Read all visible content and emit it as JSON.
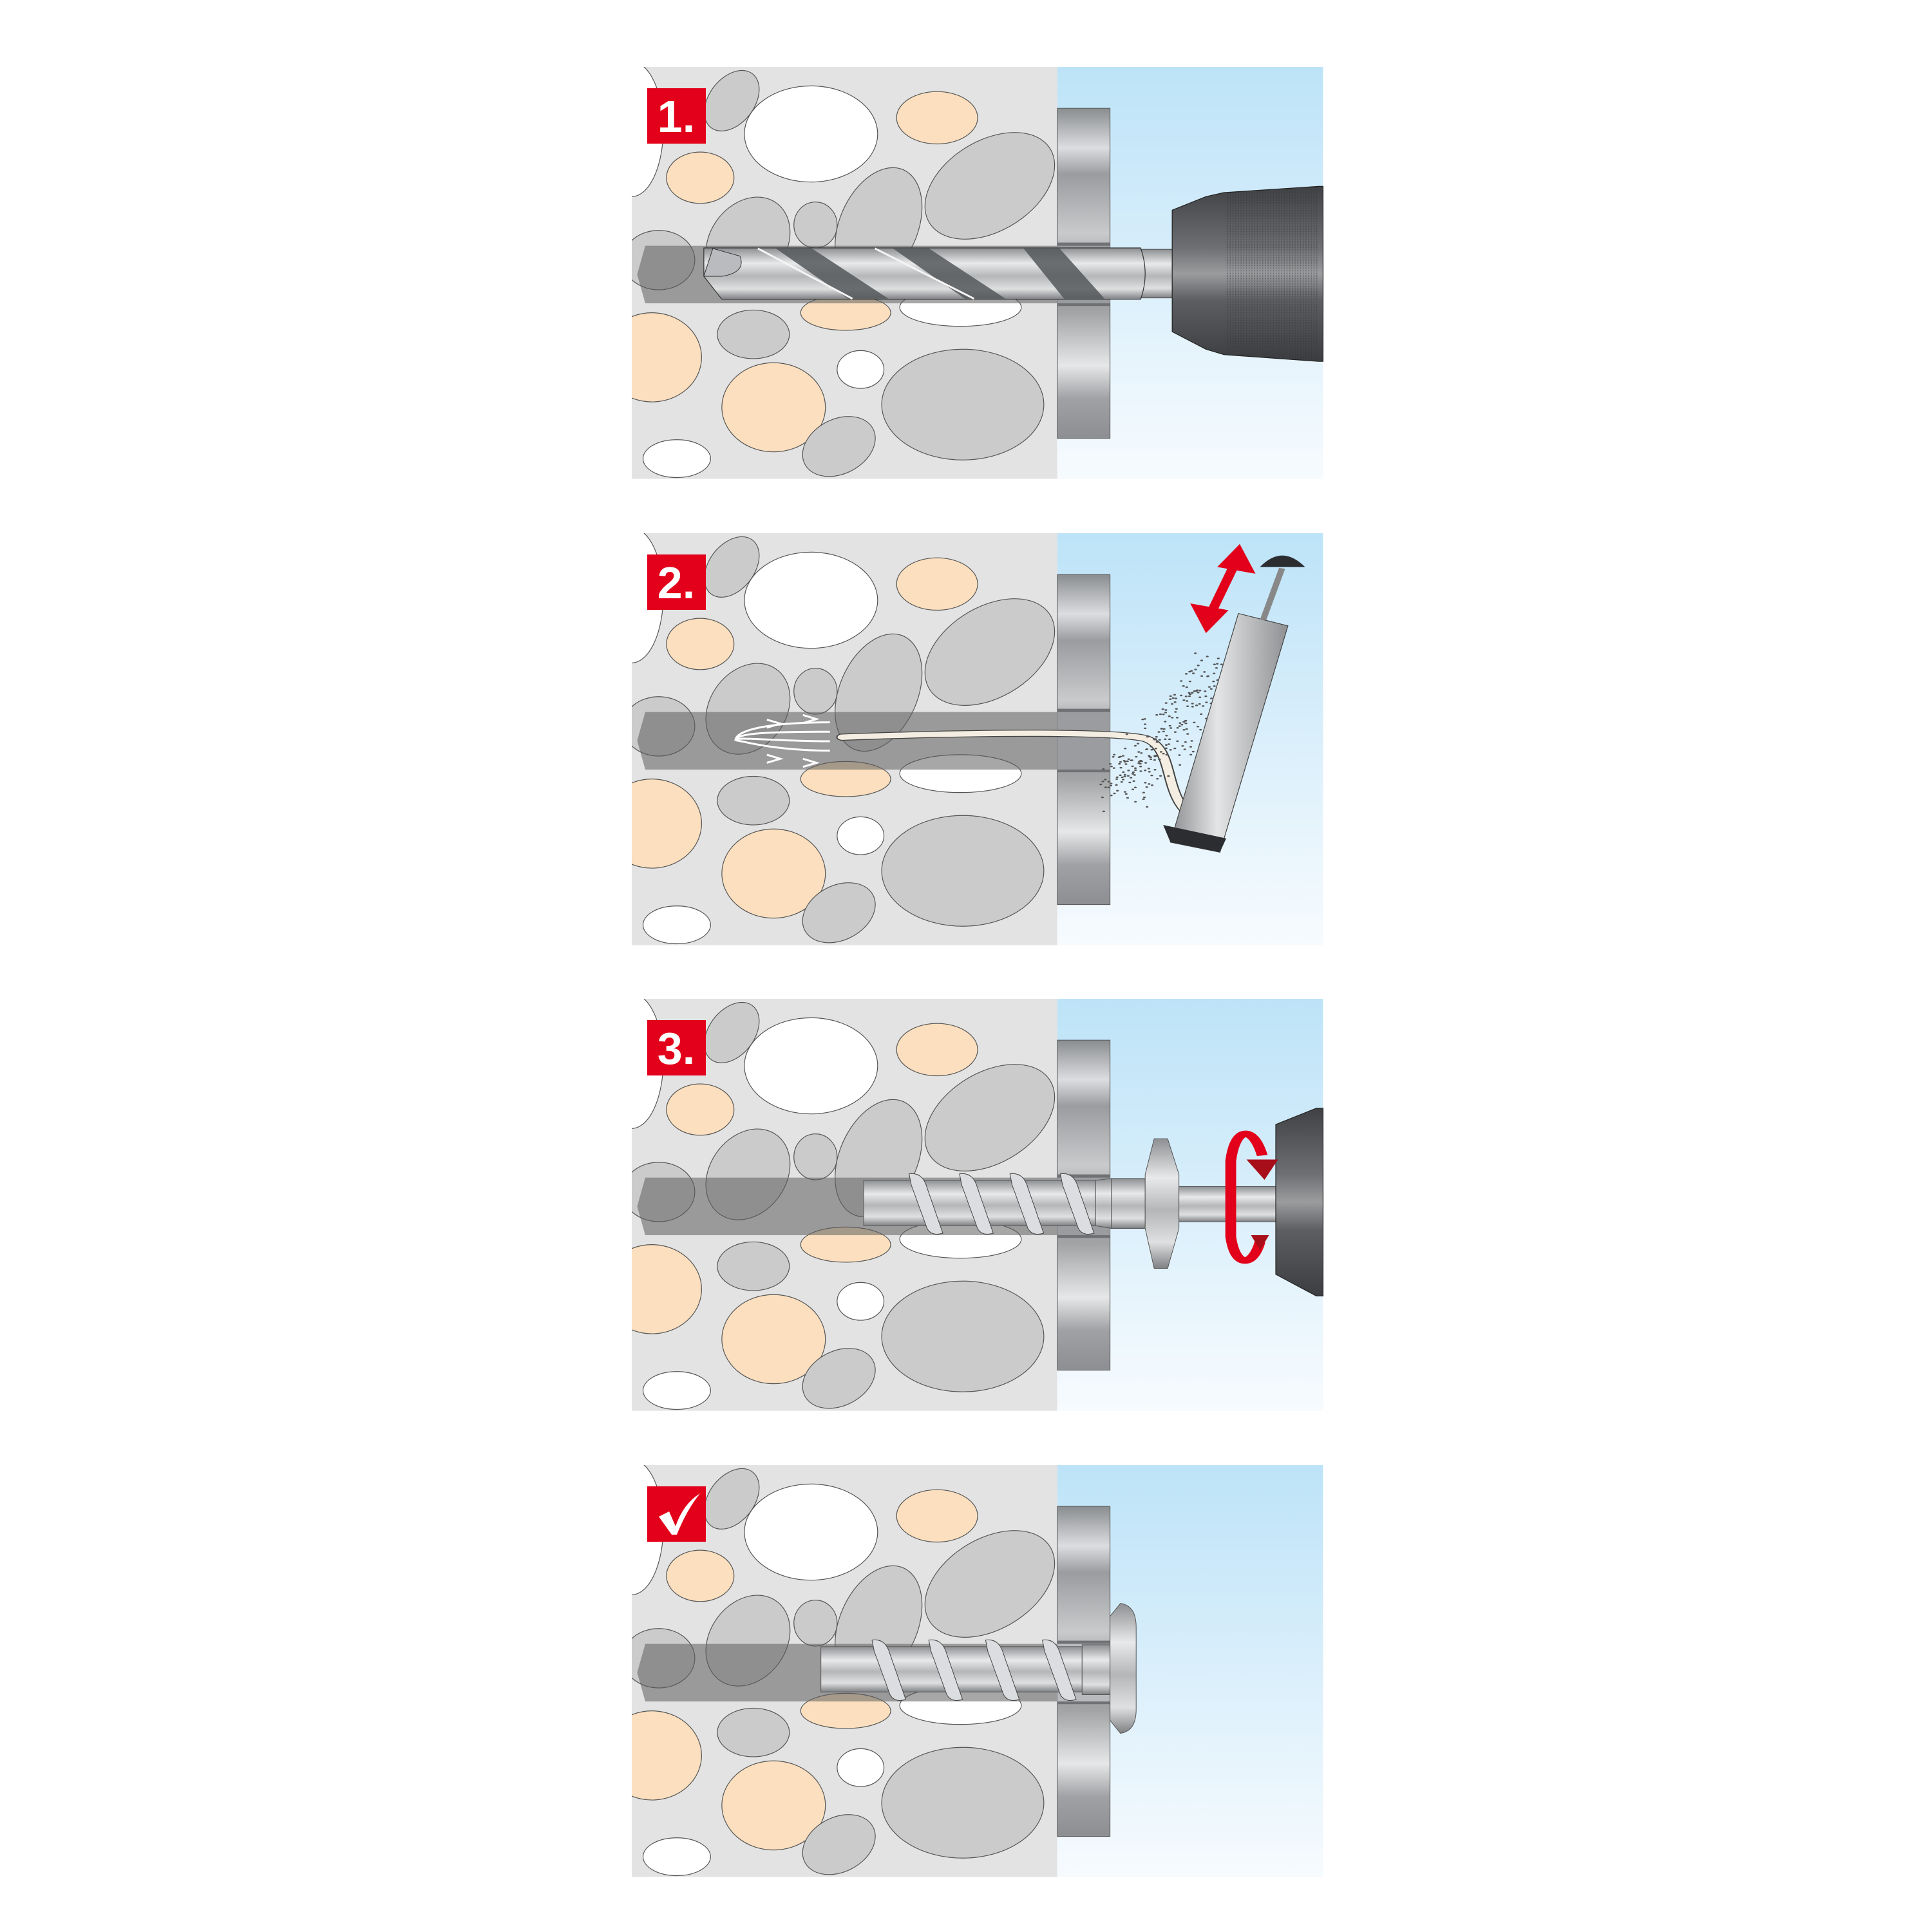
{
  "steps": [
    {
      "label": "1.",
      "tool": "drill-bit"
    },
    {
      "label": "2.",
      "tool": "blow-out-pump"
    },
    {
      "label": "3.",
      "tool": "screw-anchor-setting"
    },
    {
      "label": "",
      "tool": "screw-anchor-installed",
      "icon": "check-icon"
    }
  ],
  "colors": {
    "badge": "#e2001a",
    "concrete": "#e3e3e3",
    "stone_grey": "#cbcbcb",
    "stone_peach": "#fbdfbe",
    "stone_white": "#ffffff",
    "sky_top": "#bde3f8",
    "sky_bottom": "#f7fbfe",
    "arrow_red": "#e2001a"
  }
}
